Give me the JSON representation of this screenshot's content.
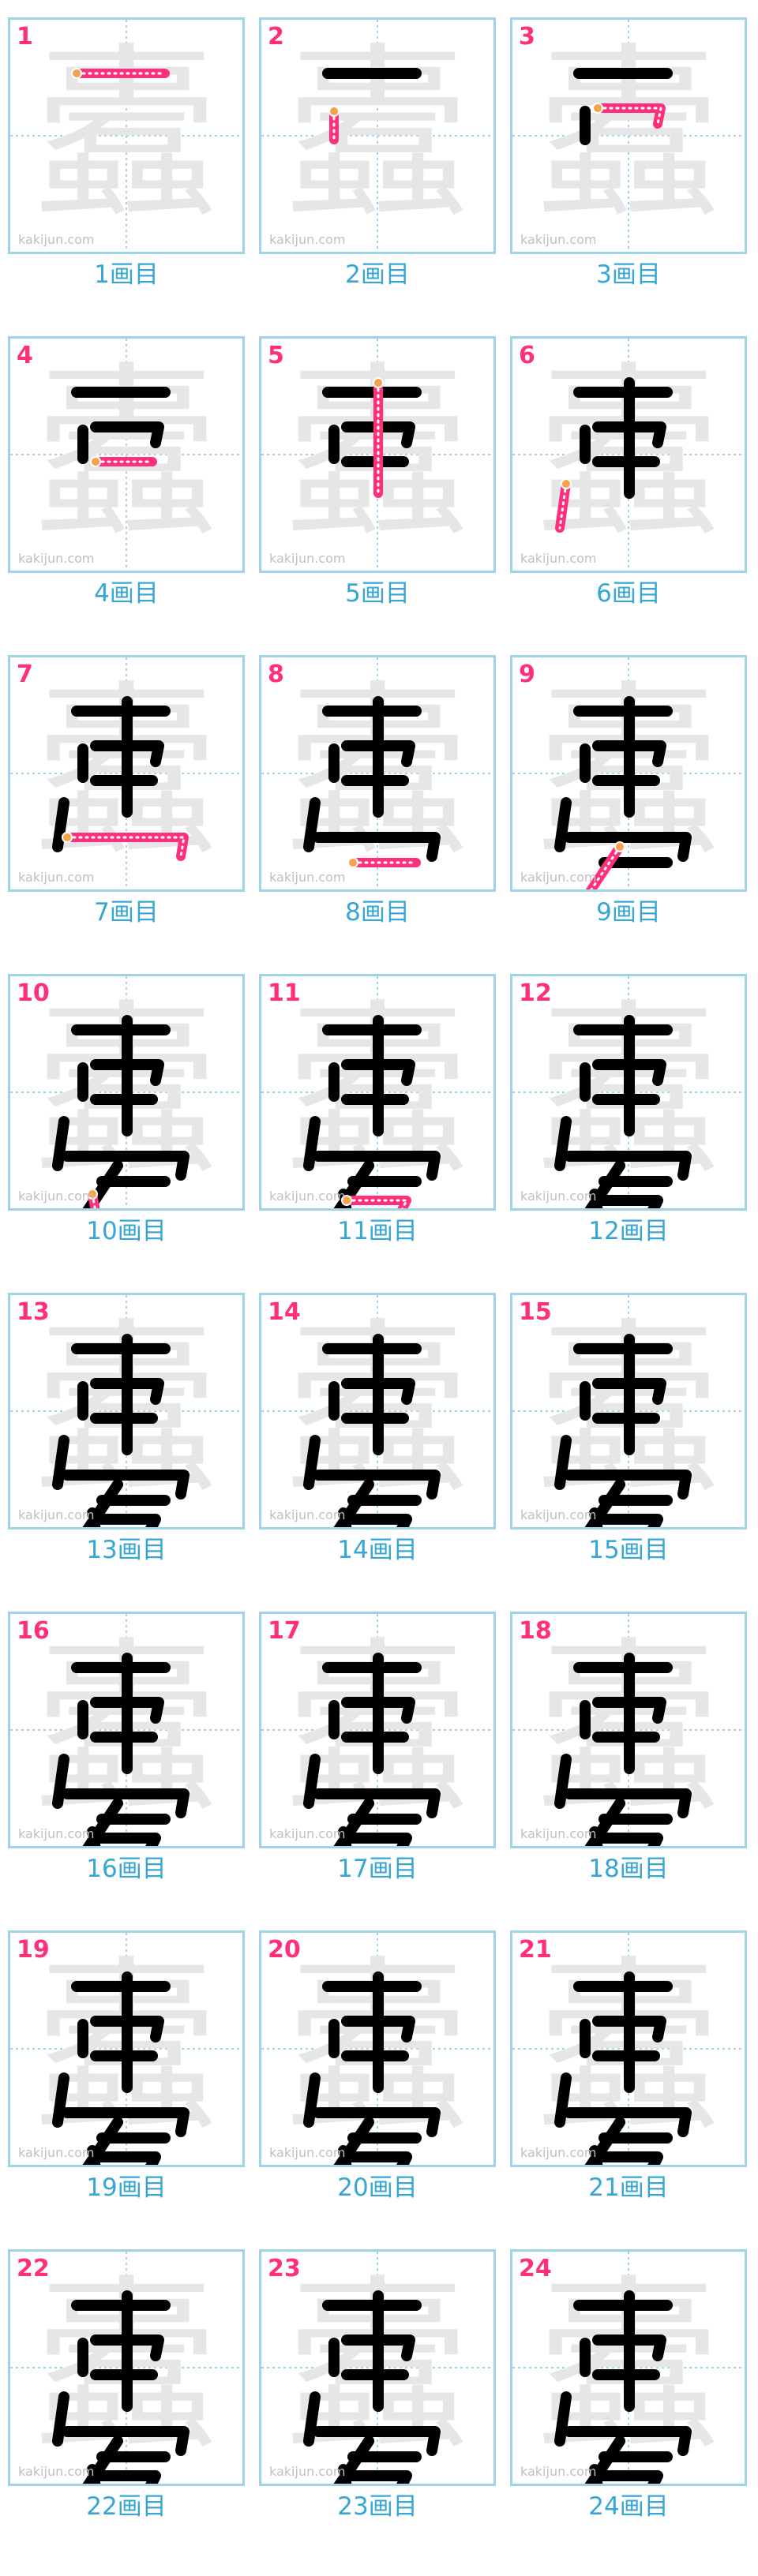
{
  "colors": {
    "frame": "#9fd3ea",
    "guide": "#9fd3ea",
    "number": "#ff2f7b",
    "caption": "#36a7d4",
    "stroke_done": "#000000",
    "stroke_current": "#ff2f7b",
    "ghost": "#e6e6e6",
    "watermark": "#c0c0c0"
  },
  "kanji": "蠹",
  "watermark": "kakijun.com",
  "cells": [
    {
      "number": "1",
      "caption": "1画目"
    },
    {
      "number": "2",
      "caption": "2画目"
    },
    {
      "number": "3",
      "caption": "3画目"
    },
    {
      "number": "4",
      "caption": "4画目"
    },
    {
      "number": "5",
      "caption": "5画目"
    },
    {
      "number": "6",
      "caption": "6画目"
    },
    {
      "number": "7",
      "caption": "7画目"
    },
    {
      "number": "8",
      "caption": "8画目"
    },
    {
      "number": "9",
      "caption": "9画目"
    },
    {
      "number": "10",
      "caption": "10画目"
    },
    {
      "number": "11",
      "caption": "11画目"
    },
    {
      "number": "12",
      "caption": "12画目"
    },
    {
      "number": "13",
      "caption": "13画目"
    },
    {
      "number": "14",
      "caption": "14画目"
    },
    {
      "number": "15",
      "caption": "15画目"
    },
    {
      "number": "16",
      "caption": "16画目"
    },
    {
      "number": "17",
      "caption": "17画目"
    },
    {
      "number": "18",
      "caption": "18画目"
    },
    {
      "number": "19",
      "caption": "19画目"
    },
    {
      "number": "20",
      "caption": "20画目"
    },
    {
      "number": "21",
      "caption": "21画目"
    },
    {
      "number": "22",
      "caption": "22画目"
    },
    {
      "number": "23",
      "caption": "23画目"
    },
    {
      "number": "24",
      "caption": "24画目"
    }
  ]
}
